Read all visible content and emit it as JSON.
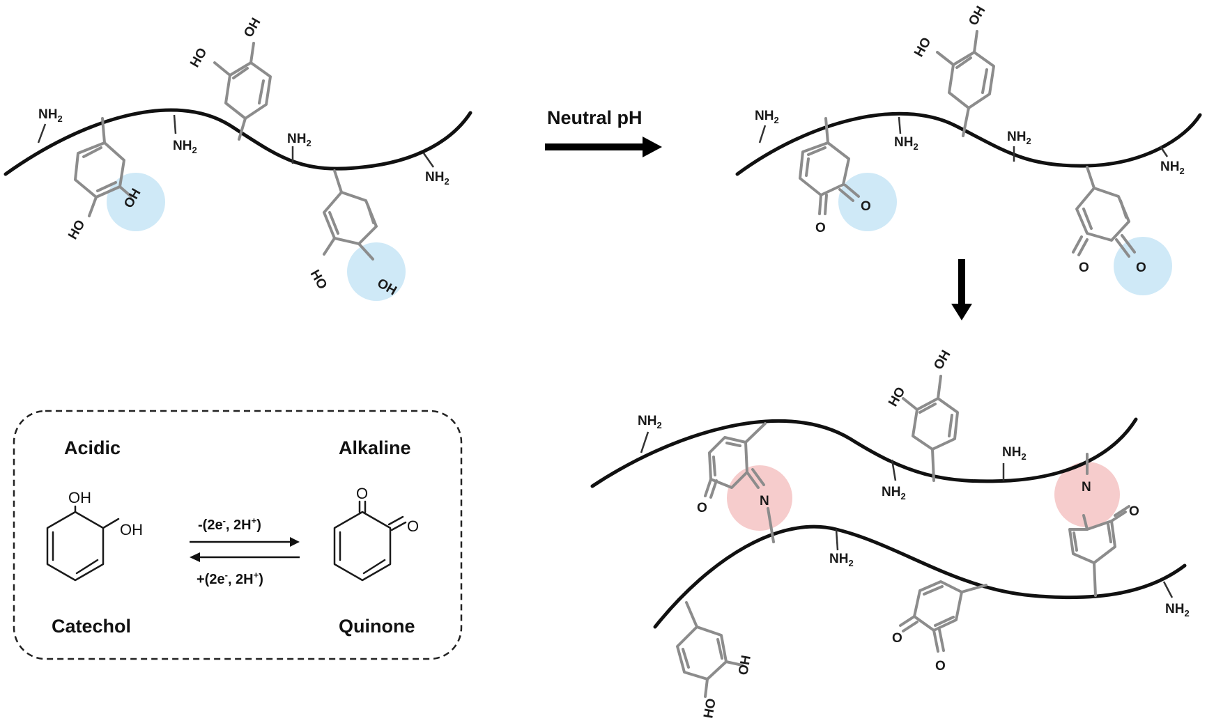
{
  "reaction": {
    "condition": "Neutral pH"
  },
  "labels": {
    "nh2_main": "NH",
    "nh2_sub": "2",
    "oh": "OH",
    "ho": "HO",
    "o": "O",
    "n": "N"
  },
  "inset": {
    "left_condition": "Acidic",
    "right_condition": "Alkaline",
    "left_name": "Catechol",
    "right_name": "Quinone",
    "oxidation_prefix": "-(2e",
    "oxidation_mid": ", 2H",
    "oxidation_suffix": ")",
    "reduction_prefix": "+(2e",
    "reduction_mid": ", 2H",
    "reduction_suffix": ")",
    "minus": "-",
    "plus": "+",
    "oh_atom": "OH",
    "o_atom": "O"
  },
  "colors": {
    "highlight_blue": "#cfe9f7",
    "highlight_red": "#f6cccc",
    "ring": "#8c8c8c",
    "chain": "#111111"
  }
}
